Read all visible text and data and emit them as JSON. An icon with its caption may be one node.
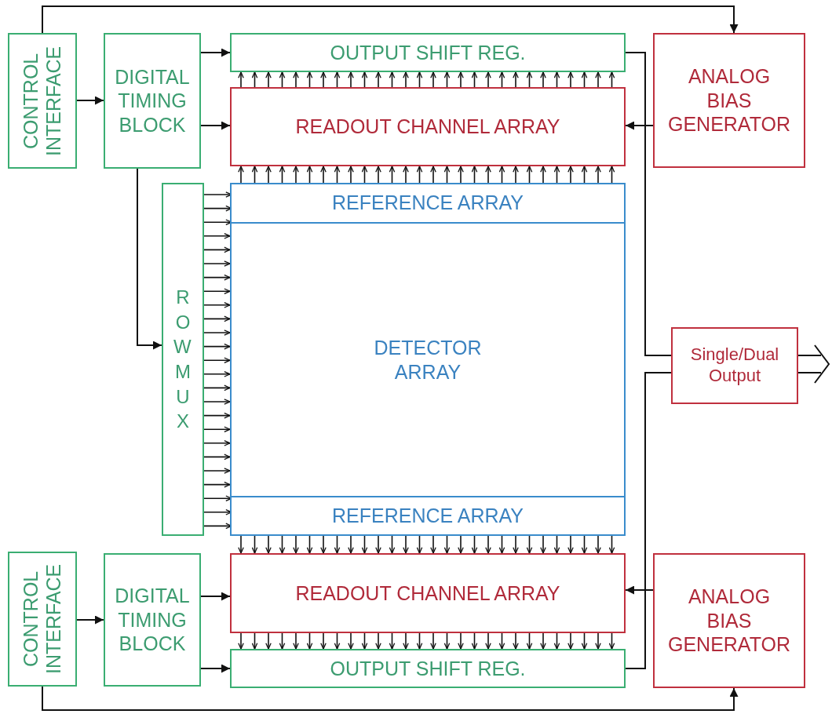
{
  "diagram": {
    "nodes": [
      {
        "text": [
          "CONTROL INTERFACE"
        ]
      },
      {
        "text": [
          "DIGITAL TIMING BLOCK"
        ]
      },
      {
        "text": [
          "OUTPUT SHIFT REG."
        ]
      },
      {
        "text": [
          "READOUT CHANNEL ARRAY"
        ]
      },
      {
        "text": [
          "ANALOG BIAS GENERATOR"
        ]
      },
      {
        "text": [
          "ROW MUX"
        ]
      },
      {
        "text": [],
        "shape": "box"
      },
      {
        "text": [
          "REFERENCE ARRAY"
        ],
        "in": 6
      },
      {
        "text": [
          "DETECTOR ARRAY"
        ],
        "in": 6
      },
      {
        "text": [
          "REFERENCE ARRAY"
        ],
        "in": 6
      },
      {
        "text": [
          "Single/Dual Output"
        ]
      },
      {
        "text": [
          "CONTROL INTERFACE"
        ]
      },
      {
        "text": [
          "DIGITAL TIMING BLOCK"
        ]
      },
      {
        "text": [
          "READOUT CHANNEL ARRAY"
        ]
      },
      {
        "text": [
          "OUTPUT SHIFT REG."
        ]
      },
      {
        "text": [
          "ANALOG BIAS GENERATOR"
        ]
      }
    ],
    "edges": [
      {
        "from": 0,
        "to": 4,
        "arrow": "to"
      },
      {
        "from": 0,
        "to": 1,
        "arrow": "to"
      },
      {
        "from": 1,
        "to": 2,
        "arrow": "to"
      },
      {
        "from": 1,
        "to": 3,
        "arrow": "to"
      },
      {
        "from": 4,
        "to": 3,
        "arrow": "to"
      },
      {
        "from": 3,
        "to": 2,
        "arrow": "to"
      },
      {
        "from": 3,
        "to": 2,
        "arrow": "to"
      },
      {
        "from": 3,
        "to": 2,
        "arrow": "to"
      },
      {
        "from": 3,
        "to": 2,
        "arrow": "to"
      },
      {
        "from": 3,
        "to": 2,
        "arrow": "to"
      },
      {
        "from": 3,
        "to": 2,
        "arrow": "to"
      },
      {
        "from": 3,
        "to": 2,
        "arrow": "to"
      },
      {
        "from": 3,
        "to": 2,
        "arrow": "to"
      },
      {
        "from": 3,
        "to": 2,
        "arrow": "to"
      },
      {
        "from": 3,
        "to": 2,
        "arrow": "to"
      },
      {
        "from": 3,
        "to": 2,
        "arrow": "to"
      },
      {
        "from": 3,
        "to": 2,
        "arrow": "to"
      },
      {
        "from": 3,
        "to": 2,
        "arrow": "to"
      },
      {
        "from": 3,
        "to": 2,
        "arrow": "to"
      },
      {
        "from": 3,
        "to": 2,
        "arrow": "to"
      },
      {
        "from": 3,
        "to": 2,
        "arrow": "to"
      },
      {
        "from": 3,
        "to": 2,
        "arrow": "to"
      },
      {
        "from": 3,
        "to": 2,
        "arrow": "to"
      },
      {
        "from": 3,
        "to": 2,
        "arrow": "to"
      },
      {
        "from": 3,
        "to": 2,
        "arrow": "to"
      },
      {
        "from": 3,
        "to": 2,
        "arrow": "to"
      },
      {
        "from": 3,
        "to": 2,
        "arrow": "to"
      },
      {
        "from": 3,
        "to": 2,
        "arrow": "to"
      },
      {
        "from": 3,
        "to": 2,
        "arrow": "to"
      },
      {
        "from": 3,
        "to": 2,
        "arrow": "to"
      },
      {
        "from": 3,
        "to": 2,
        "arrow": "to"
      },
      {
        "from": 3,
        "to": 2,
        "arrow": "to"
      },
      {
        "from": 3,
        "to": 2,
        "arrow": "to"
      },
      {
        "from": 7,
        "to": 3,
        "arrow": "to"
      },
      {
        "from": 7,
        "to": 3,
        "arrow": "to"
      },
      {
        "from": 7,
        "to": 3,
        "arrow": "to"
      },
      {
        "from": 7,
        "to": 3,
        "arrow": "to"
      },
      {
        "from": 7,
        "to": 3,
        "arrow": "to"
      },
      {
        "from": 7,
        "to": 3,
        "arrow": "to"
      },
      {
        "from": 7,
        "to": 3,
        "arrow": "to"
      },
      {
        "from": 7,
        "to": 3,
        "arrow": "to"
      },
      {
        "from": 7,
        "to": 3,
        "arrow": "to"
      },
      {
        "from": 7,
        "to": 3,
        "arrow": "to"
      },
      {
        "from": 7,
        "to": 3,
        "arrow": "to"
      },
      {
        "from": 7,
        "to": 3,
        "arrow": "to"
      },
      {
        "from": 7,
        "to": 3,
        "arrow": "to"
      },
      {
        "from": 7,
        "to": 3,
        "arrow": "to"
      },
      {
        "from": 7,
        "to": 3,
        "arrow": "to"
      },
      {
        "from": 7,
        "to": 3,
        "arrow": "to"
      },
      {
        "from": 7,
        "to": 3,
        "arrow": "to"
      },
      {
        "from": 7,
        "to": 3,
        "arrow": "to"
      },
      {
        "from": 7,
        "to": 3,
        "arrow": "to"
      },
      {
        "from": 7,
        "to": 3,
        "arrow": "to"
      },
      {
        "from": 7,
        "to": 3,
        "arrow": "to"
      },
      {
        "from": 7,
        "to": 3,
        "arrow": "to"
      },
      {
        "from": 7,
        "to": 3,
        "arrow": "to"
      },
      {
        "from": 7,
        "to": 3,
        "arrow": "to"
      },
      {
        "from": 7,
        "to": 3,
        "arrow": "to"
      },
      {
        "from": 7,
        "to": 3,
        "arrow": "to"
      },
      {
        "from": 7,
        "to": 3,
        "arrow": "to"
      },
      {
        "from": 7,
        "to": 3,
        "arrow": "to"
      },
      {
        "from": 1,
        "to": 5,
        "arrow": "to"
      },
      {
        "from": 5,
        "to": 7,
        "arrow": "to"
      },
      {
        "from": 5,
        "to": 7,
        "arrow": "to"
      },
      {
        "from": 5,
        "to": 7,
        "arrow": "to"
      },
      {
        "from": 5,
        "to": 6,
        "arrow": "to"
      },
      {
        "from": 5,
        "to": 6,
        "arrow": "to"
      },
      {
        "from": 5,
        "to": 6,
        "arrow": "to"
      },
      {
        "from": 5,
        "to": 6,
        "arrow": "to"
      },
      {
        "from": 5,
        "to": 6,
        "arrow": "to"
      },
      {
        "from": 5,
        "to": 6,
        "arrow": "to"
      },
      {
        "from": 5,
        "to": 6,
        "arrow": "to"
      },
      {
        "from": 5,
        "to": 6,
        "arrow": "to"
      },
      {
        "from": 5,
        "to": 6,
        "arrow": "to"
      },
      {
        "from": 5,
        "to": 6,
        "arrow": "to"
      },
      {
        "from": 5,
        "to": 6,
        "arrow": "to"
      },
      {
        "from": 5,
        "to": 6,
        "arrow": "to"
      },
      {
        "from": 5,
        "to": 6,
        "arrow": "to"
      },
      {
        "from": 5,
        "to": 6,
        "arrow": "to"
      },
      {
        "from": 5,
        "to": 6,
        "arrow": "to"
      },
      {
        "from": 5,
        "to": 6,
        "arrow": "to"
      },
      {
        "from": 5,
        "to": 6,
        "arrow": "to"
      },
      {
        "from": 5,
        "to": 6,
        "arrow": "to"
      },
      {
        "from": 5,
        "to": 6,
        "arrow": "to"
      },
      {
        "from": 5,
        "to": 9,
        "arrow": "to"
      },
      {
        "from": 5,
        "to": 9,
        "arrow": "to"
      },
      {
        "from": 5,
        "to": 9,
        "arrow": "to"
      },
      {
        "from": 2,
        "to": 10,
        "arrow": "none"
      },
      {
        "from": 10,
        "to": null,
        "arrow": "to"
      },
      {
        "from": 9,
        "to": 13,
        "arrow": "to"
      },
      {
        "from": 9,
        "to": 13,
        "arrow": "to"
      },
      {
        "from": 9,
        "to": 13,
        "arrow": "to"
      },
      {
        "from": 9,
        "to": 13,
        "arrow": "to"
      },
      {
        "from": 9,
        "to": 13,
        "arrow": "to"
      },
      {
        "from": 9,
        "to": 13,
        "arrow": "to"
      },
      {
        "from": 9,
        "to": 13,
        "arrow": "to"
      },
      {
        "from": 9,
        "to": 13,
        "arrow": "to"
      },
      {
        "from": 9,
        "to": 13,
        "arrow": "to"
      },
      {
        "from": 9,
        "to": 13,
        "arrow": "to"
      },
      {
        "from": 9,
        "to": 13,
        "arrow": "to"
      },
      {
        "from": 9,
        "to": 13,
        "arrow": "to"
      },
      {
        "from": 9,
        "to": 13,
        "arrow": "to"
      },
      {
        "from": 9,
        "to": 13,
        "arrow": "to"
      },
      {
        "from": 9,
        "to": 13,
        "arrow": "to"
      },
      {
        "from": 9,
        "to": 13,
        "arrow": "to"
      },
      {
        "from": 9,
        "to": 13,
        "arrow": "to"
      },
      {
        "from": 9,
        "to": 13,
        "arrow": "to"
      },
      {
        "from": 9,
        "to": 13,
        "arrow": "to"
      },
      {
        "from": 9,
        "to": 13,
        "arrow": "to"
      },
      {
        "from": 9,
        "to": 13,
        "arrow": "to"
      },
      {
        "from": 9,
        "to": 13,
        "arrow": "to"
      },
      {
        "from": 9,
        "to": 13,
        "arrow": "to"
      },
      {
        "from": 9,
        "to": 13,
        "arrow": "to"
      },
      {
        "from": 9,
        "to": 13,
        "arrow": "to"
      },
      {
        "from": 9,
        "to": 13,
        "arrow": "to"
      },
      {
        "from": 9,
        "to": 13,
        "arrow": "to"
      },
      {
        "from": 9,
        "to": 13,
        "arrow": "to"
      },
      {
        "from": 14,
        "to": 10,
        "arrow": "none"
      },
      {
        "from": 11,
        "to": 12,
        "arrow": "to"
      },
      {
        "from": 12,
        "to": 13,
        "arrow": "to"
      },
      {
        "from": 12,
        "to": 14,
        "arrow": "to"
      },
      {
        "from": 15,
        "to": 13,
        "arrow": "to"
      },
      {
        "from": 13,
        "to": 14,
        "arrow": "to"
      },
      {
        "from": 13,
        "to": 14,
        "arrow": "to"
      },
      {
        "from": 13,
        "to": 14,
        "arrow": "to"
      },
      {
        "from": 13,
        "to": 14,
        "arrow": "to"
      },
      {
        "from": 13,
        "to": 14,
        "arrow": "to"
      },
      {
        "from": 13,
        "to": 14,
        "arrow": "to"
      },
      {
        "from": 13,
        "to": 14,
        "arrow": "to"
      },
      {
        "from": 13,
        "to": 14,
        "arrow": "to"
      },
      {
        "from": 13,
        "to": 14,
        "arrow": "to"
      },
      {
        "from": 13,
        "to": 14,
        "arrow": "to"
      },
      {
        "from": 13,
        "to": 14,
        "arrow": "to"
      },
      {
        "from": 13,
        "to": 14,
        "arrow": "to"
      },
      {
        "from": 13,
        "to": 14,
        "arrow": "to"
      },
      {
        "from": 13,
        "to": 14,
        "arrow": "to"
      },
      {
        "from": 13,
        "to": 14,
        "arrow": "to"
      },
      {
        "from": 13,
        "to": 14,
        "arrow": "to"
      },
      {
        "from": 13,
        "to": 14,
        "arrow": "to"
      },
      {
        "from": 13,
        "to": 14,
        "arrow": "to"
      },
      {
        "from": 13,
        "to": 14,
        "arrow": "to"
      },
      {
        "from": 13,
        "to": 14,
        "arrow": "to"
      },
      {
        "from": 13,
        "to": 14,
        "arrow": "to"
      },
      {
        "from": 13,
        "to": 14,
        "arrow": "to"
      },
      {
        "from": 13,
        "to": 14,
        "arrow": "to"
      },
      {
        "from": 13,
        "to": 14,
        "arrow": "to"
      },
      {
        "from": 13,
        "to": 14,
        "arrow": "to"
      },
      {
        "from": 13,
        "to": 14,
        "arrow": "to"
      },
      {
        "from": 13,
        "to": 14,
        "arrow": "to"
      },
      {
        "from": 13,
        "to": 14,
        "arrow": "to"
      },
      {
        "from": 11,
        "to": 15,
        "arrow": "to"
      }
    ]
  }
}
